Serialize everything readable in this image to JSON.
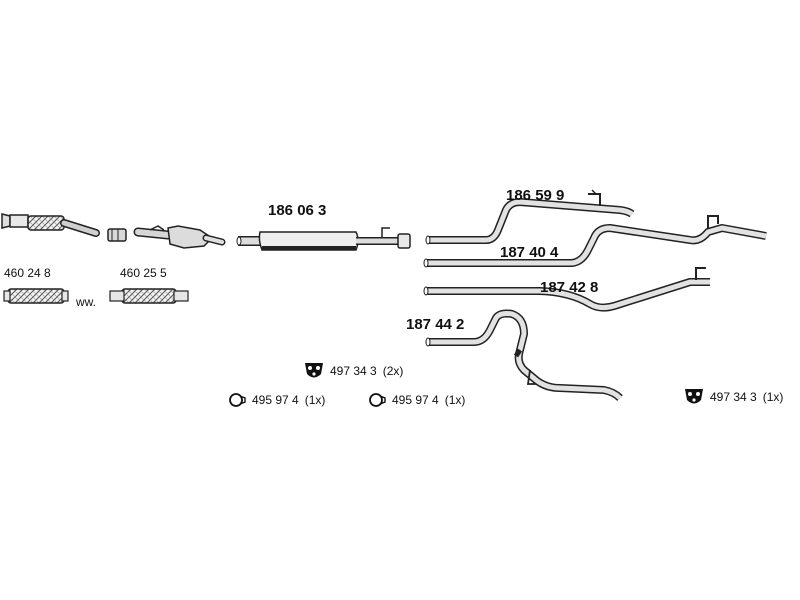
{
  "parts": {
    "front_pipe": {
      "number": "460 24 8"
    },
    "repair_pipe": {
      "number": "460 25 5"
    },
    "front_silencer": {
      "number": "186 06 3"
    },
    "rear_section_a": {
      "number": "186 59 9"
    },
    "rear_section_b": {
      "number": "187 40 4"
    },
    "rear_section_c": {
      "number": "187 42 8"
    },
    "rear_section_d": {
      "number": "187 44 2"
    }
  },
  "separator": "ww.",
  "hardware": [
    {
      "number": "497 34 3",
      "qty": "(2x)",
      "icon": "rubber-mount-icon"
    },
    {
      "number": "495 97 4",
      "qty": "(1x)",
      "icon": "clamp-ring-icon"
    },
    {
      "number": "495 97 4",
      "qty": "(1x)",
      "icon": "clamp-ring-icon"
    },
    {
      "number": "497 34 3",
      "qty": "(1x)",
      "icon": "rubber-mount-icon"
    }
  ]
}
